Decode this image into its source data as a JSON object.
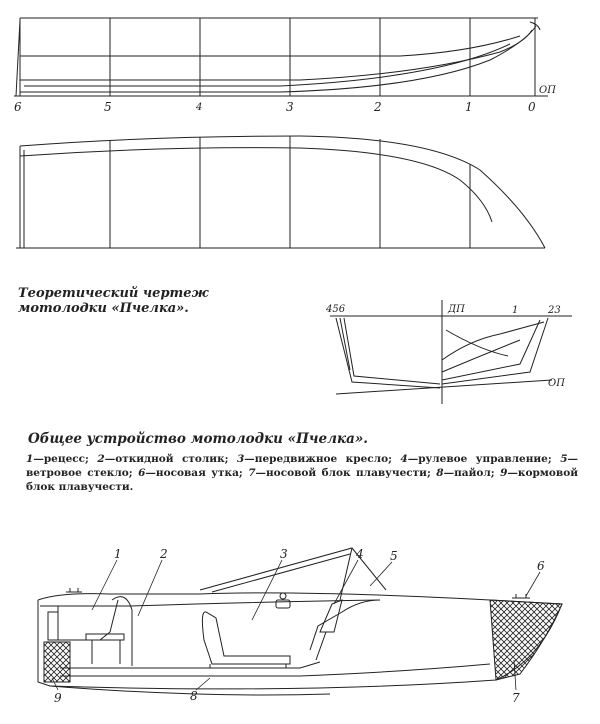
{
  "profile": {
    "stations": [
      "6",
      "5",
      "4",
      "3",
      "2",
      "1",
      "0"
    ],
    "baseline_label": "ОП"
  },
  "title_theoretical": {
    "line1": "Теоретический чертеж",
    "line2": "мотолодки «Пчелка»."
  },
  "section": {
    "left_stations": "456",
    "right_stations": "23",
    "station_1": "1",
    "dp_label": "ДП",
    "op_label": "ОП"
  },
  "title_general": "Общее устройство мотолодки «Пчелка».",
  "legend": {
    "items": [
      {
        "num": "1",
        "text": "—рецесс;"
      },
      {
        "num": "2",
        "text": "—откидной столик;"
      },
      {
        "num": "3",
        "text": "—передвижное кресло;"
      },
      {
        "num": "4",
        "text": "—рулевое управление;"
      },
      {
        "num": "5",
        "text": "—ветровое стекло;"
      },
      {
        "num": "6",
        "text": "—носовая утка;"
      },
      {
        "num": "7",
        "text": "—носовой блок плавучести;"
      },
      {
        "num": "8",
        "text": "—пайол;"
      },
      {
        "num": "9",
        "text": "—кормовой блок плавучести."
      }
    ]
  },
  "general_callouts": [
    "1",
    "2",
    "3",
    "4",
    "5",
    "6",
    "7",
    "8",
    "9"
  ]
}
